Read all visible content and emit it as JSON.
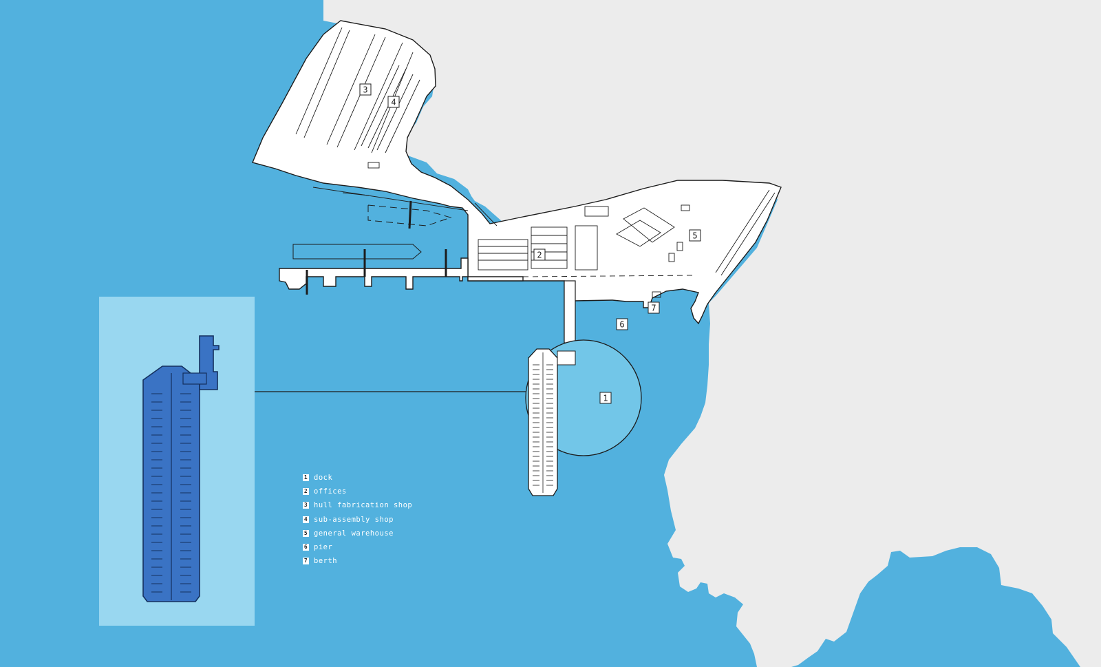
{
  "colors": {
    "water": "#52b1de",
    "land": "#ececec",
    "site": "#ffffff",
    "inset_bg": "#99d7f0",
    "dock_ring": "#72c6e8",
    "dock_blue": "#3a73c4",
    "linework": "#1c1c1c"
  },
  "map_labels": [
    {
      "id": "dock",
      "text": "1"
    },
    {
      "id": "offices",
      "text": "2"
    },
    {
      "id": "hull-fabrication-shop",
      "text": "3"
    },
    {
      "id": "sub-assembly-shop",
      "text": "4"
    },
    {
      "id": "general-warehouse",
      "text": "5"
    },
    {
      "id": "pier",
      "text": "6"
    },
    {
      "id": "berth",
      "text": "7"
    }
  ],
  "legend": [
    {
      "num": "1",
      "label": "dock"
    },
    {
      "num": "2",
      "label": "offices"
    },
    {
      "num": "3",
      "label": "hull fabrication shop"
    },
    {
      "num": "4",
      "label": "sub-assembly shop"
    },
    {
      "num": "5",
      "label": "general warehouse"
    },
    {
      "num": "6",
      "label": "pier"
    },
    {
      "num": "7",
      "label": "berth"
    }
  ]
}
